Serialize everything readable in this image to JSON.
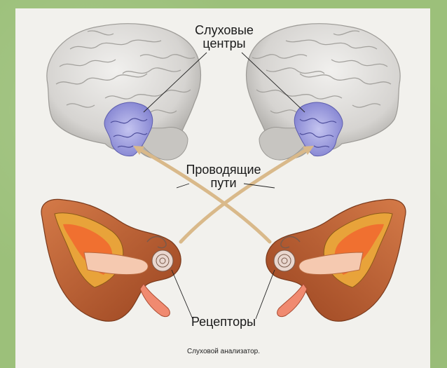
{
  "labels": {
    "auditory_centers": [
      "Слуховые",
      "центры"
    ],
    "pathways": [
      "Проводящие",
      "пути"
    ],
    "receptors": "Рецепторы"
  },
  "caption": "Слуховой анализатор.",
  "icons": {
    "left_brain": "brain-icon",
    "right_brain": "brain-icon",
    "left_ear": "ear-cross-section-icon",
    "right_ear": "ear-cross-section-icon"
  },
  "colors": {
    "background": "#9cc07a",
    "panel": "#f2f1ed",
    "brain": "#d9d7d4",
    "auditory_cortex": "#a8a8e0",
    "pathway": "#d9b98a",
    "ear_skin": "#c9643a",
    "ear_inner": "#e06030"
  }
}
